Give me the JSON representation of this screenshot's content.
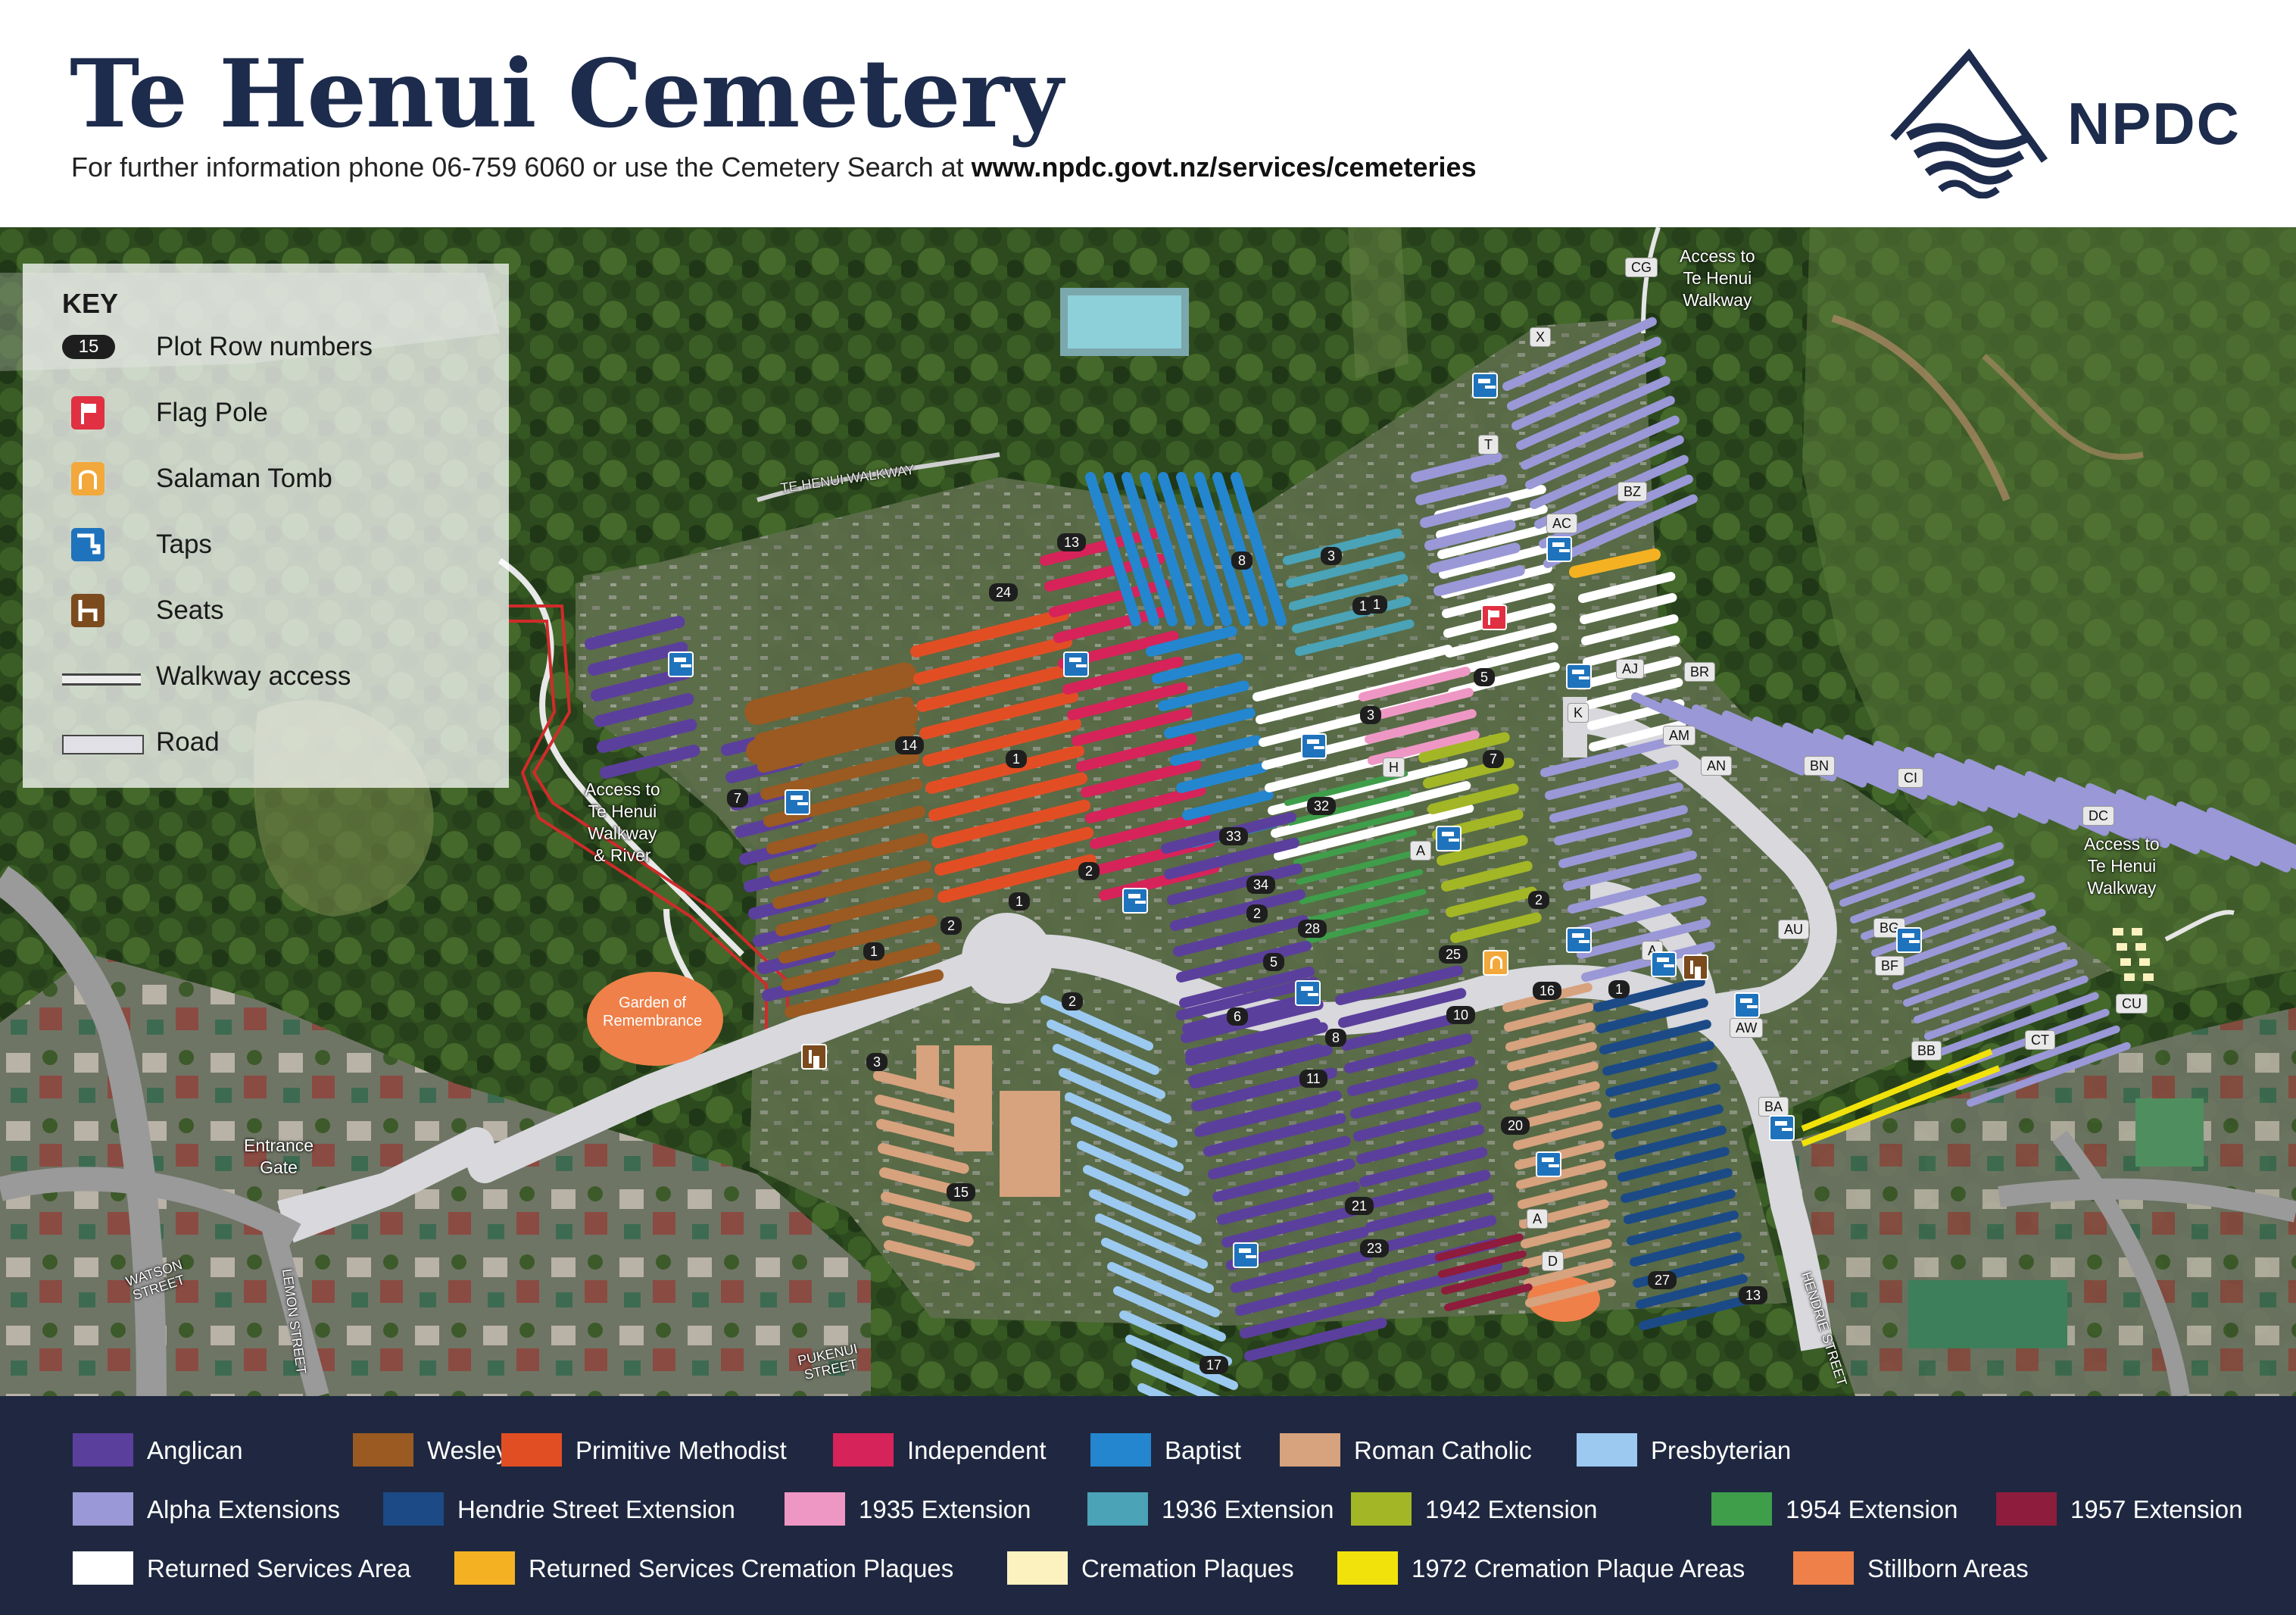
{
  "header": {
    "title": "Te Henui Cemetery",
    "subtitle_text": "For further information phone 06-759 6060 or use the Cemetery Search at ",
    "subtitle_url": "www.npdc.govt.nz/services/cemeteries",
    "logo_text": "NPDC",
    "logo_color": "#1d2b4c"
  },
  "key": {
    "title": "KEY",
    "plot_badge": "15",
    "items": [
      {
        "label": "Plot Row numbers",
        "icon": "plot-row-badge"
      },
      {
        "label": "Flag Pole",
        "icon": "flag-icon",
        "color": "#e03042"
      },
      {
        "label": "Salaman Tomb",
        "icon": "tomb-icon",
        "color": "#f2a83b"
      },
      {
        "label": "Taps",
        "icon": "tap-icon",
        "color": "#1f73bc"
      },
      {
        "label": "Seats",
        "icon": "seat-icon",
        "color": "#7b4a1d"
      },
      {
        "label": "Walkway access",
        "icon": "walkway-line"
      },
      {
        "label": "Road",
        "icon": "road-line"
      }
    ]
  },
  "map_labels": {
    "access_top": "Access to\nTe Henui\nWalkway",
    "access_right": "Access to\nTe Henui\nWalkway",
    "access_river": "Access to\nTe Henui\nWalkway\n& River",
    "garden": "Garden of\nRemembrance",
    "entrance": "Entrance\nGate",
    "walkway_name": "TE HENUI WALKWAY",
    "watson": "WATSON\nSTREET",
    "lemon": "LEMON STREET",
    "pukenui": "PUKENUI\nSTREET",
    "hendrie": "HENDRIE STREET"
  },
  "row_numbers": [
    "13",
    "24",
    "8",
    "3",
    "1",
    "14",
    "7",
    "1",
    "2",
    "1",
    "2",
    "1",
    "33",
    "32",
    "34",
    "2",
    "28",
    "5",
    "25",
    "6",
    "8",
    "10",
    "16",
    "1",
    "11",
    "20",
    "21",
    "23",
    "27",
    "13",
    "3",
    "15",
    "2",
    "17",
    "2",
    "7",
    "5",
    "3",
    "1"
  ],
  "row_letters": [
    "CG",
    "X",
    "T",
    "BZ",
    "AC",
    "AJ",
    "BR",
    "K",
    "AM",
    "AN",
    "BN",
    "CI",
    "DC",
    "H",
    "A",
    "BG",
    "AU",
    "A",
    "BF",
    "CU",
    "AW",
    "BB",
    "CT",
    "BA",
    "A",
    "D"
  ],
  "legend": [
    {
      "label": "Anglican",
      "color": "#5b3f9c"
    },
    {
      "label": "Wesleyan",
      "color": "#9a5a22"
    },
    {
      "label": "Primitive Methodist",
      "color": "#e24e24"
    },
    {
      "label": "Independent",
      "color": "#d6235a"
    },
    {
      "label": "Baptist",
      "color": "#2486cf"
    },
    {
      "label": "Roman Catholic",
      "color": "#d7a27e"
    },
    {
      "label": "Presbyterian",
      "color": "#9cc9ef"
    },
    {
      "label": "Alpha Extensions",
      "color": "#9a98d6"
    },
    {
      "label": "Hendrie Street Extension",
      "color": "#1b4a86"
    },
    {
      "label": "1935 Extension",
      "color": "#ef97c4"
    },
    {
      "label": "1936 Extension",
      "color": "#4aa3b6"
    },
    {
      "label": "1942 Extension",
      "color": "#a3b626"
    },
    {
      "label": "1954 Extension",
      "color": "#3f9e4a"
    },
    {
      "label": "1957 Extension",
      "color": "#8e1c3c"
    },
    {
      "label": "Returned Services Area",
      "color": "#ffffff"
    },
    {
      "label": "Returned Services Cremation Plaques",
      "color": "#f4b223"
    },
    {
      "label": "Cremation Plaques",
      "color": "#fbf2c0"
    },
    {
      "label": "1972 Cremation Plaque Areas",
      "color": "#f2e20c"
    },
    {
      "label": "Stillborn Areas",
      "color": "#ef8049"
    }
  ]
}
